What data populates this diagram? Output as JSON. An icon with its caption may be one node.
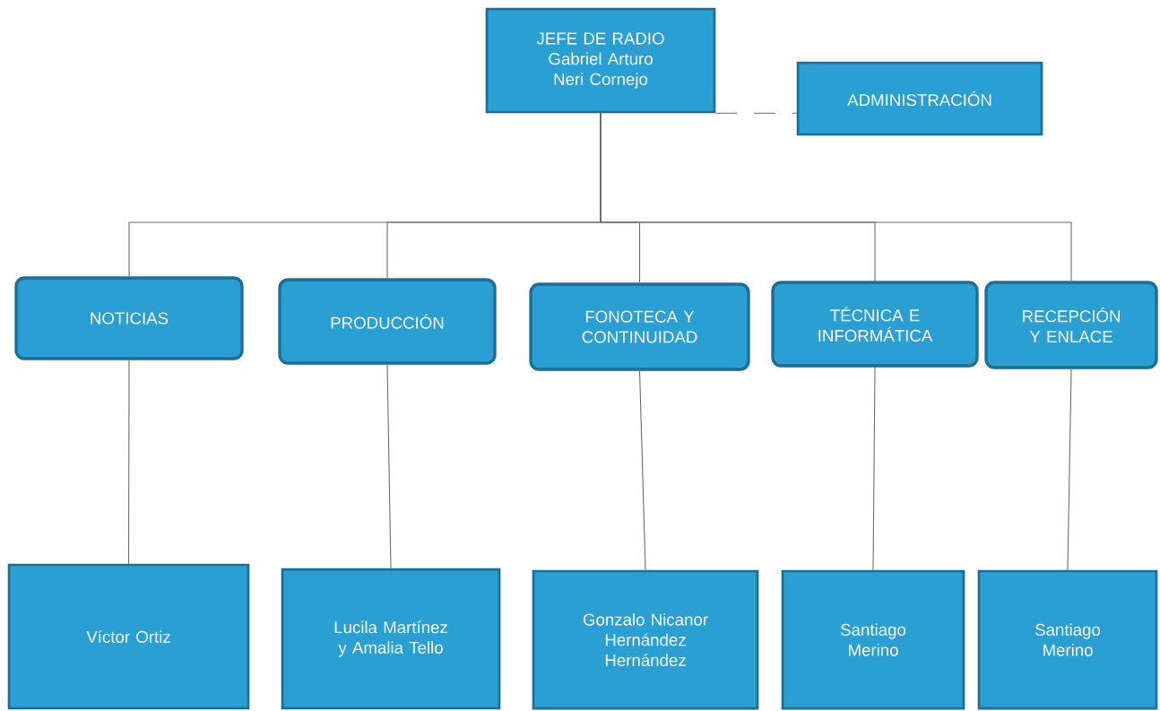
{
  "diagram": {
    "nodes": [
      {
        "text": [
          "JEFE DE RADIO Gabriel Arturo Neri Cornejo"
        ]
      },
      {
        "text": [
          "ADMINISTRACIÓN"
        ]
      },
      {
        "text": [
          "NOTICIAS"
        ]
      },
      {
        "text": [
          "PRODUCCIÓN"
        ]
      },
      {
        "text": [
          "FONOTECA Y CONTINUIDAD"
        ]
      },
      {
        "text": [
          "TÉCNICA E INFORMÁTICA"
        ]
      },
      {
        "text": [
          "RECEPCIÓN Y ENLACE"
        ]
      },
      {
        "text": [
          "Víctor Ortiz"
        ]
      },
      {
        "text": [
          "Lucila Martínez y Amalia Tello"
        ]
      },
      {
        "text": [
          "Gonzalo Nicanor Hernández Hernández"
        ]
      },
      {
        "text": [
          "Santiago Merino"
        ]
      },
      {
        "text": [
          "Santiago Merino"
        ]
      }
    ],
    "edges": [
      {
        "from": 0,
        "to": 1,
        "arrow": "none",
        "style": "dashed"
      },
      {
        "from": 0,
        "to": 2,
        "arrow": "none"
      },
      {
        "from": 0,
        "to": 3,
        "arrow": "none"
      },
      {
        "from": 0,
        "to": 4,
        "arrow": "none"
      },
      {
        "from": 0,
        "to": 5,
        "arrow": "none"
      },
      {
        "from": 0,
        "to": 6,
        "arrow": "none"
      },
      {
        "from": 2,
        "to": 7,
        "arrow": "none"
      },
      {
        "from": 3,
        "to": 8,
        "arrow": "none"
      },
      {
        "from": 4,
        "to": 9,
        "arrow": "none"
      },
      {
        "from": 5,
        "to": 10,
        "arrow": "none"
      },
      {
        "from": 6,
        "to": 11,
        "arrow": "none"
      }
    ]
  }
}
